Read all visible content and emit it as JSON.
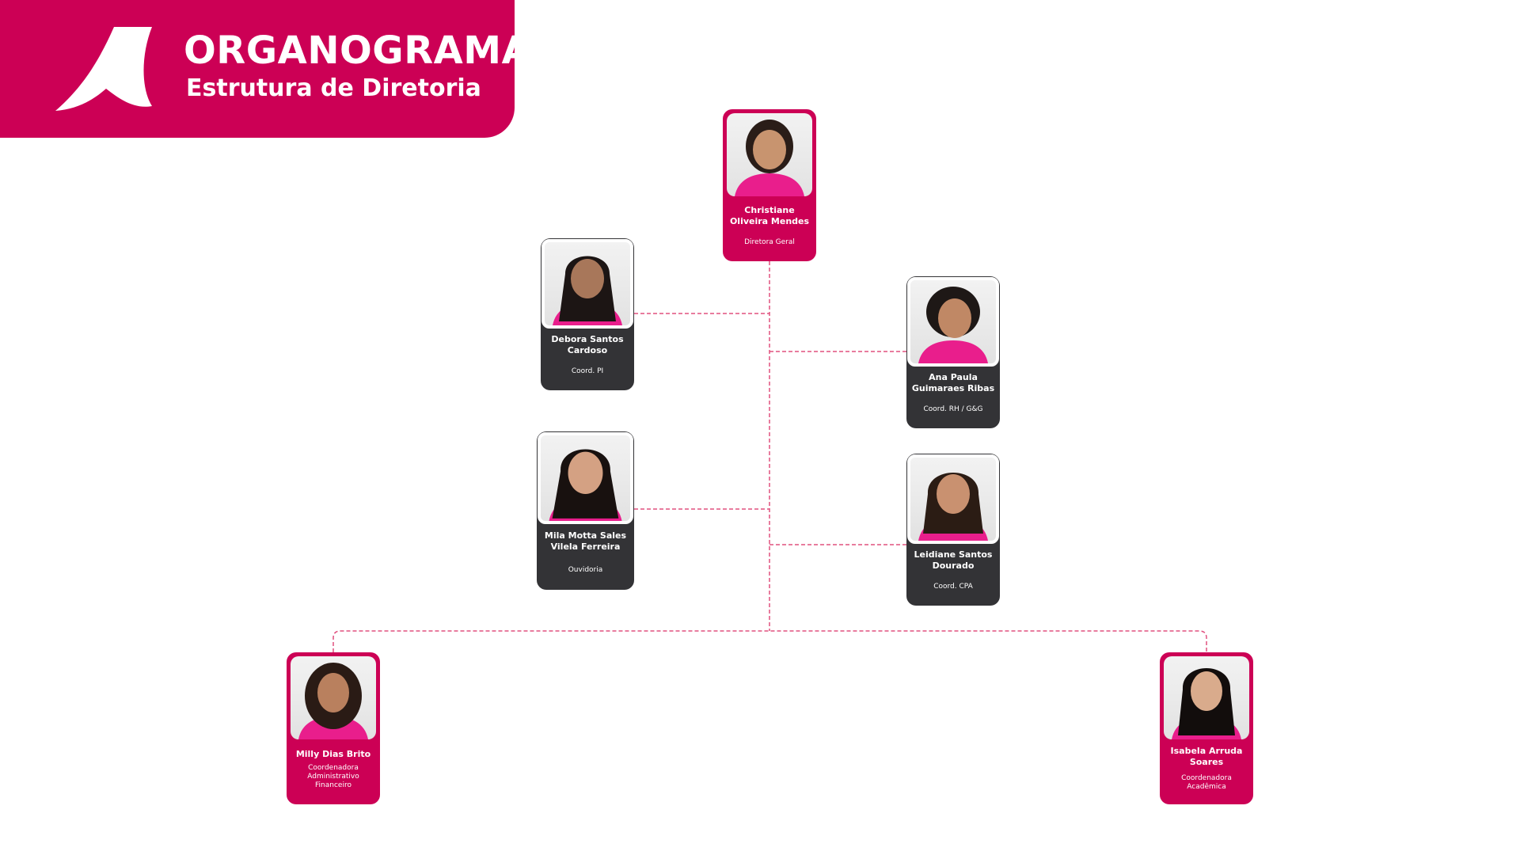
{
  "header": {
    "title": "ORGANOGRAMA",
    "subtitle": "Estrutura de Diretoria"
  },
  "colors": {
    "brand_pink": "#cc0055",
    "dark_card": "#333336",
    "connector": "#e0507f"
  },
  "people": [
    {
      "id": "christiane",
      "name": "Christiane Oliveira Mendes",
      "role": "Diretora Geral",
      "style": "pink"
    },
    {
      "id": "debora",
      "name": "Debora Santos Cardoso",
      "role": "Coord. PI",
      "style": "dark"
    },
    {
      "id": "ana",
      "name": "Ana Paula Guimaraes Ribas",
      "role": "Coord. RH / G&G",
      "style": "dark"
    },
    {
      "id": "mila",
      "name": "Mila Motta Sales Vilela Ferreira",
      "role": "Ouvidoria",
      "style": "dark"
    },
    {
      "id": "leidiane",
      "name": "Leidiane Santos Dourado",
      "role": "Coord. CPA",
      "style": "dark"
    },
    {
      "id": "milly",
      "name": "Milly Dias Brito",
      "role": "Coordenadora Administrativo Financeiro",
      "style": "pink"
    },
    {
      "id": "isabela",
      "name": "Isabela Arruda Soares",
      "role": "Coordenadora Acadêmica",
      "style": "pink"
    }
  ]
}
